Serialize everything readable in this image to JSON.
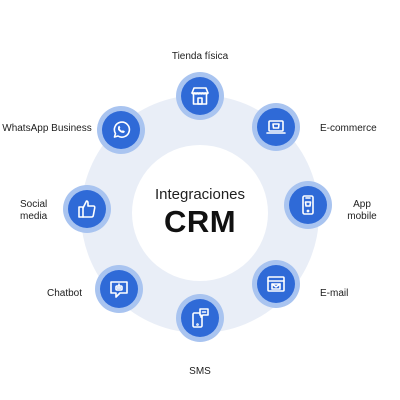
{
  "center": {
    "title": "Integraciones",
    "brand": "CRM"
  },
  "colors": {
    "node_outer": "#a9c4f0",
    "node_inner": "#2f6ad7",
    "ring_fill": "#e9eef7",
    "text": "#1d1d1d"
  },
  "nodes": [
    {
      "label": "Tienda física",
      "icon": "store-icon"
    },
    {
      "label": "E-commerce",
      "icon": "ecommerce-laptop-icon"
    },
    {
      "label": "App mobile",
      "icon": "mobile-app-icon"
    },
    {
      "label": "E-mail",
      "icon": "email-icon"
    },
    {
      "label": "SMS",
      "icon": "sms-icon"
    },
    {
      "label": "Chatbot",
      "icon": "chatbot-icon"
    },
    {
      "label": "Social media",
      "icon": "thumbs-up-icon"
    },
    {
      "label": "WhatsApp Business",
      "icon": "whatsapp-icon"
    }
  ]
}
